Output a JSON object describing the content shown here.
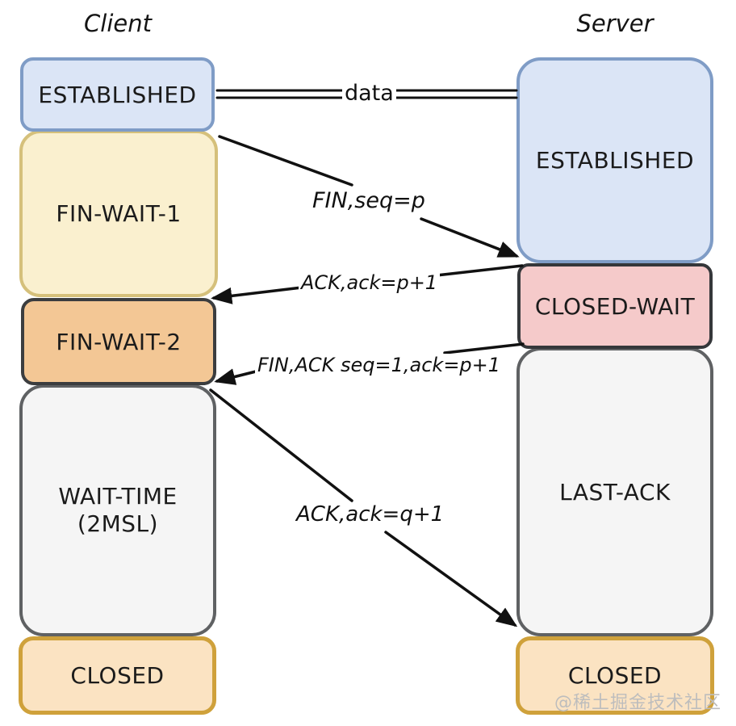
{
  "client": {
    "title": "Client",
    "states": [
      {
        "label": "ESTABLISHED",
        "fill": "#dbe5f6",
        "border": "#7f9cc6"
      },
      {
        "label": "FIN-WAIT-1",
        "fill": "#faf0cf",
        "border": "#d5c07b"
      },
      {
        "label": "FIN-WAIT-2",
        "fill": "#f3c795",
        "border": "#3b3d3f"
      },
      {
        "label": "WAIT-TIME",
        "sublabel": "(2MSL)",
        "fill": "#f5f5f5",
        "border": "#5f6163"
      },
      {
        "label": "CLOSED",
        "fill": "#fbe3c2",
        "border": "#cfa13b"
      }
    ]
  },
  "server": {
    "title": "Server",
    "states": [
      {
        "label": "ESTABLISHED",
        "fill": "#dbe5f6",
        "border": "#7f9cc6"
      },
      {
        "label": "CLOSED-WAIT",
        "fill": "#f5caca",
        "border": "#35373a"
      },
      {
        "label": "LAST-ACK",
        "fill": "#f5f5f5",
        "border": "#5f6163"
      },
      {
        "label": "CLOSED",
        "fill": "#fbe3c2",
        "border": "#cfa13b"
      }
    ]
  },
  "messages": {
    "data": "data",
    "fin": "FIN,seq=p",
    "ack": "ACK,ack=p+1",
    "fin_ack": "FIN,ACK seq=1,ack=p+1",
    "last_ack": "ACK,ack=q+1"
  },
  "watermark": {
    "text": "@稀土掘金技术社区",
    "color": "#bdbdbd"
  },
  "line_color": "#111111"
}
